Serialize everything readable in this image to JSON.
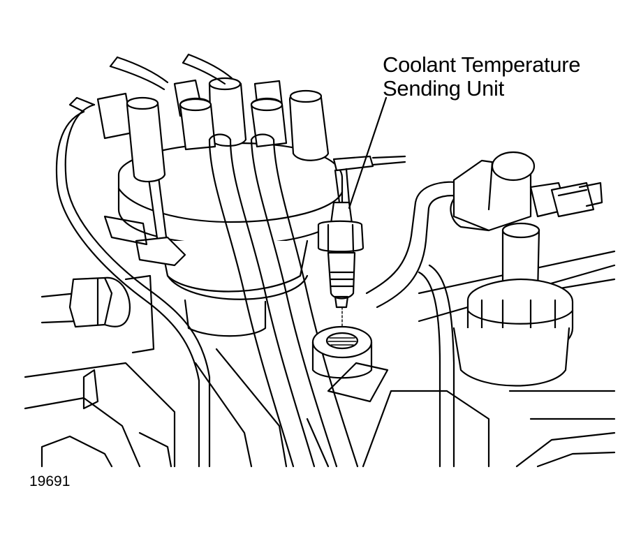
{
  "callout": {
    "line1": "Coolant Temperature",
    "line2": "Sending Unit"
  },
  "figure_number": "19691"
}
